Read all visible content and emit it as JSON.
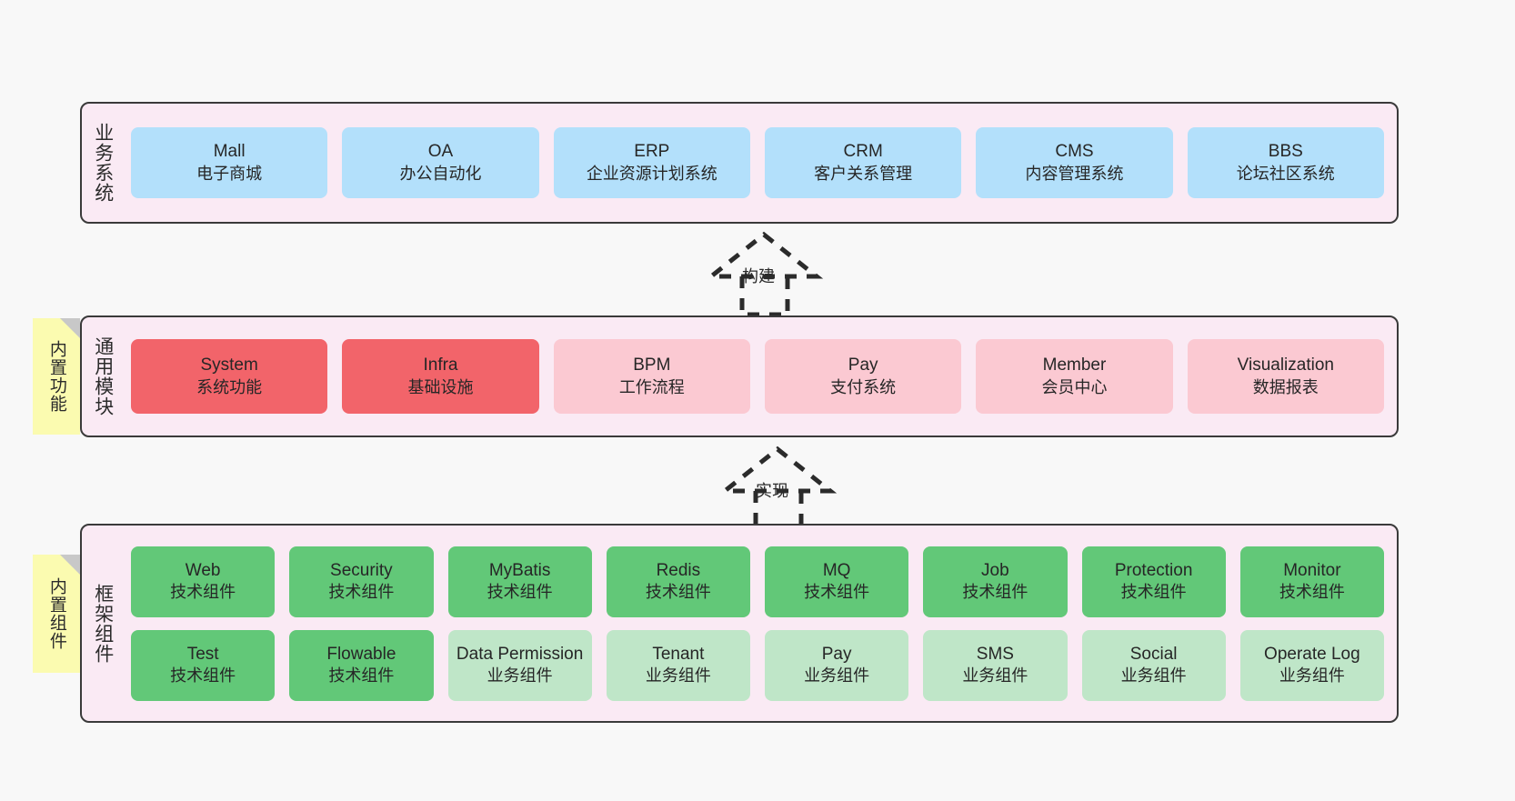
{
  "diagram": {
    "background_color": "#f8f8f8",
    "layer_fill": "#faeaf4",
    "layer_border": "#3a3a3a",
    "note_fill": "#fbfbb0"
  },
  "notes": [
    {
      "label": "内置功能"
    },
    {
      "label": "内置组件"
    }
  ],
  "arrows": [
    {
      "label": "构建",
      "style": "dashed-generalization",
      "direction": "up"
    },
    {
      "label": "实现",
      "style": "dashed-generalization",
      "direction": "up"
    }
  ],
  "layers": [
    {
      "title": "业务系统",
      "color": "#b3e0fb",
      "rows": [
        [
          {
            "name": "Mall",
            "sub": "电子商城",
            "color": "#b3e0fb"
          },
          {
            "name": "OA",
            "sub": "办公自动化",
            "color": "#b3e0fb"
          },
          {
            "name": "ERP",
            "sub": "企业资源计划系统",
            "color": "#b3e0fb"
          },
          {
            "name": "CRM",
            "sub": "客户关系管理",
            "color": "#b3e0fb"
          },
          {
            "name": "CMS",
            "sub": "内容管理系统",
            "color": "#b3e0fb"
          },
          {
            "name": "BBS",
            "sub": "论坛社区系统",
            "color": "#b3e0fb"
          }
        ]
      ]
    },
    {
      "title": "通用模块",
      "rows": [
        [
          {
            "name": "System",
            "sub": "系统功能",
            "color": "#f2646a"
          },
          {
            "name": "Infra",
            "sub": "基础设施",
            "color": "#f2646a"
          },
          {
            "name": "BPM",
            "sub": "工作流程",
            "color": "#fbc9d2"
          },
          {
            "name": "Pay",
            "sub": "支付系统",
            "color": "#fbc9d2"
          },
          {
            "name": "Member",
            "sub": "会员中心",
            "color": "#fbc9d2"
          },
          {
            "name": "Visualization",
            "sub": "数据报表",
            "color": "#fbc9d2"
          }
        ]
      ]
    },
    {
      "title": "框架组件",
      "rows": [
        [
          {
            "name": "Web",
            "sub": "技术组件",
            "color": "#62c878"
          },
          {
            "name": "Security",
            "sub": "技术组件",
            "color": "#62c878"
          },
          {
            "name": "MyBatis",
            "sub": "技术组件",
            "color": "#62c878"
          },
          {
            "name": "Redis",
            "sub": "技术组件",
            "color": "#62c878"
          },
          {
            "name": "MQ",
            "sub": "技术组件",
            "color": "#62c878"
          },
          {
            "name": "Job",
            "sub": "技术组件",
            "color": "#62c878"
          },
          {
            "name": "Protection",
            "sub": "技术组件",
            "color": "#62c878"
          },
          {
            "name": "Monitor",
            "sub": "技术组件",
            "color": "#62c878"
          }
        ],
        [
          {
            "name": "Test",
            "sub": "技术组件",
            "color": "#62c878"
          },
          {
            "name": "Flowable",
            "sub": "技术组件",
            "color": "#62c878"
          },
          {
            "name": "Data Permission",
            "sub": "业务组件",
            "color": "#bfe6c8"
          },
          {
            "name": "Tenant",
            "sub": "业务组件",
            "color": "#bfe6c8"
          },
          {
            "name": "Pay",
            "sub": "业务组件",
            "color": "#bfe6c8"
          },
          {
            "name": "SMS",
            "sub": "业务组件",
            "color": "#bfe6c8"
          },
          {
            "name": "Social",
            "sub": "业务组件",
            "color": "#bfe6c8"
          },
          {
            "name": "Operate Log",
            "sub": "业务组件",
            "color": "#bfe6c8"
          }
        ]
      ]
    }
  ]
}
